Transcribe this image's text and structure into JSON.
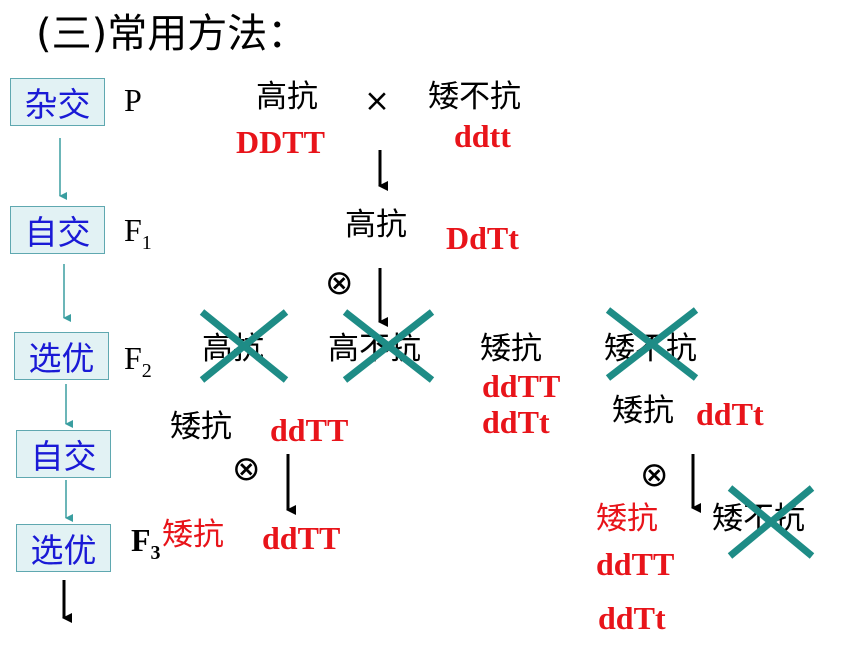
{
  "title": "(三)常用方法：",
  "steps": [
    "杂交",
    "自交",
    "选优",
    "自交",
    "选优"
  ],
  "generations": {
    "p": "P",
    "f1": "F",
    "f1_sub": "1",
    "f2": "F",
    "f2_sub": "2",
    "f3": "F",
    "f3_sub": "3"
  },
  "p": {
    "parent1": "高抗",
    "cross": "×",
    "parent2": "矮不抗",
    "geno1": "DDTT",
    "geno2": "ddtt"
  },
  "f1": {
    "phenotype": "高抗",
    "genotype": "DdTt",
    "self": "⊗"
  },
  "f2": {
    "pheno": [
      "高抗",
      "高不抗",
      "矮抗",
      "矮不抗"
    ],
    "ai_kang_genotypes": [
      "ddTT",
      "ddTt"
    ]
  },
  "branch_left": {
    "phenotype": "矮抗",
    "genotype": "ddTT",
    "self": "⊗",
    "f3_pheno": "矮抗",
    "f3_geno": "ddTT"
  },
  "branch_right": {
    "phenotype": "矮抗",
    "genotype": "ddTt",
    "self": "⊗",
    "f3_pheno1": "矮抗",
    "f3_pheno2": "矮不抗",
    "f3_geno1": "ddTT",
    "f3_geno2": "ddTt"
  },
  "colors": {
    "cross_mark": "#1e8c86",
    "red": "#e8141a",
    "box_text": "#1a1ad6",
    "box_bg": "#e2f2f4",
    "arrow_teal": "#3a9ea0"
  }
}
